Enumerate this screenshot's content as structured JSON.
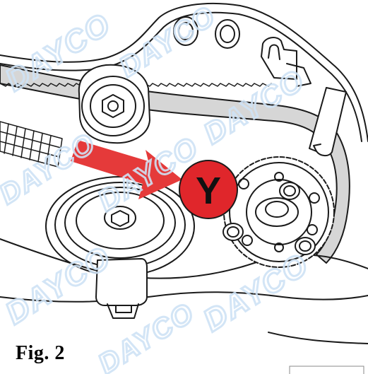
{
  "figure": {
    "caption": "Fig. 2",
    "callout_letter": "Y",
    "watermark_text": "DAYCO"
  },
  "colors": {
    "line": "#1a1a1a",
    "belt_fill": "#d6d6d6",
    "callout_red": "#e0262b",
    "arrow_red": "#e53a3a",
    "watermark": "#cfe3f5"
  },
  "icons": {
    "arrow": "arrow-pointing-right-down",
    "callout": "circle-badge"
  }
}
